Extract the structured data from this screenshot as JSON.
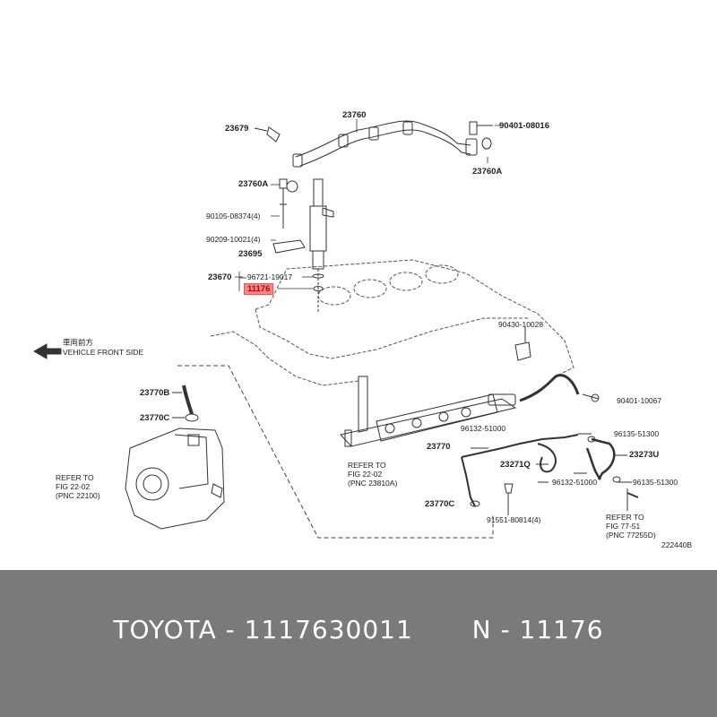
{
  "diagram": {
    "labels": [
      {
        "id": "l-23760",
        "text": "23760"
      },
      {
        "id": "l-23679",
        "text": "23679"
      },
      {
        "id": "l-90401-08016",
        "text": "90401-08016"
      },
      {
        "id": "l-23760A-r",
        "text": "23760A"
      },
      {
        "id": "l-23760A-l",
        "text": "23760A"
      },
      {
        "id": "l-90105",
        "text": "90105-08374(4)"
      },
      {
        "id": "l-90209",
        "text": "90209-10021(4)"
      },
      {
        "id": "l-23695",
        "text": "23695"
      },
      {
        "id": "l-23670",
        "text": "23670"
      },
      {
        "id": "l-96721",
        "text": "96721-19017"
      },
      {
        "id": "l-11176",
        "text": "11176"
      },
      {
        "id": "l-90430",
        "text": "90430-10028"
      },
      {
        "id": "l-front-jp",
        "text": "車両前方"
      },
      {
        "id": "l-front-en",
        "text": "VEHICLE FRONT SIDE"
      },
      {
        "id": "l-23770B",
        "text": "23770B"
      },
      {
        "id": "l-23770C-1",
        "text": "23770C"
      },
      {
        "id": "l-90401-10067",
        "text": "90401-10067"
      },
      {
        "id": "l-96132-a",
        "text": "96132-51000"
      },
      {
        "id": "l-96135-a",
        "text": "96135-51300"
      },
      {
        "id": "l-23770",
        "text": "23770"
      },
      {
        "id": "l-23273U",
        "text": "23273U"
      },
      {
        "id": "l-23271Q",
        "text": "23271Q"
      },
      {
        "id": "l-96132-b",
        "text": "96132-51000"
      },
      {
        "id": "l-96135-b",
        "text": "96135-51300"
      },
      {
        "id": "l-23770C-2",
        "text": "23770C"
      },
      {
        "id": "l-91551",
        "text": "91551-80814(4)"
      },
      {
        "id": "l-ref1-a",
        "text": "REFER TO"
      },
      {
        "id": "l-ref1-b",
        "text": "FIG 22-02"
      },
      {
        "id": "l-ref1-c",
        "text": "(PNC 22100)"
      },
      {
        "id": "l-ref2-a",
        "text": "REFER TO"
      },
      {
        "id": "l-ref2-b",
        "text": "FIG 22-02"
      },
      {
        "id": "l-ref2-c",
        "text": "(PNC 23810A)"
      },
      {
        "id": "l-ref3-a",
        "text": "REFER TO"
      },
      {
        "id": "l-ref3-b",
        "text": "FIG 77-51"
      },
      {
        "id": "l-ref3-c",
        "text": "(PNC 77255D)"
      },
      {
        "id": "l-code",
        "text": "222440B"
      }
    ],
    "highlight_color": "#ef8a8a"
  },
  "banner": {
    "brand": "TOYOTA",
    "sep1": "-",
    "part_number": "1117630011",
    "prefix": "N",
    "sep2": "-",
    "pnc": "11176",
    "background": "#7a7a7a",
    "text_color": "#ffffff"
  }
}
